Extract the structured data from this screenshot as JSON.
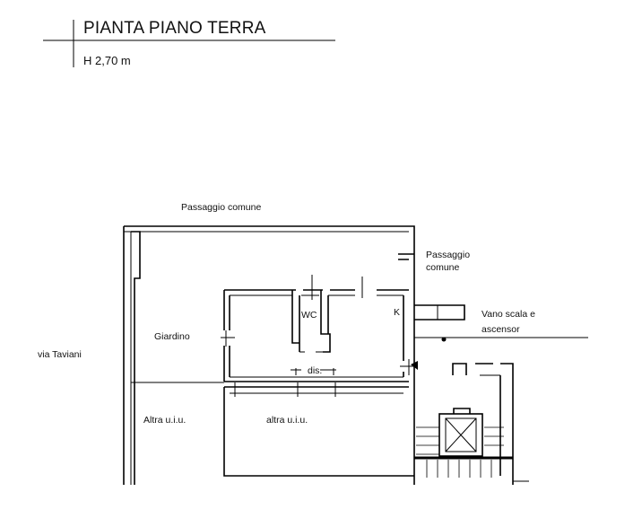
{
  "drawing": {
    "title": "PIANTA PIANO TERRA",
    "height_label": "H 2,70 m"
  },
  "labels": {
    "passaggio_top": "Passaggio comune",
    "passaggio_right_1": "Passaggio",
    "passaggio_right_2": "comune",
    "via": "via Taviani",
    "giardino": "Giardino",
    "wc": "WC",
    "k": "K",
    "dis": "dis.",
    "vano_1": "Vano scala e",
    "vano_2": "ascensor",
    "altra_left": "Altra u.i.u.",
    "altra_center": "altra u.i.u."
  },
  "colors": {
    "line": "#000000",
    "background": "#ffffff"
  }
}
